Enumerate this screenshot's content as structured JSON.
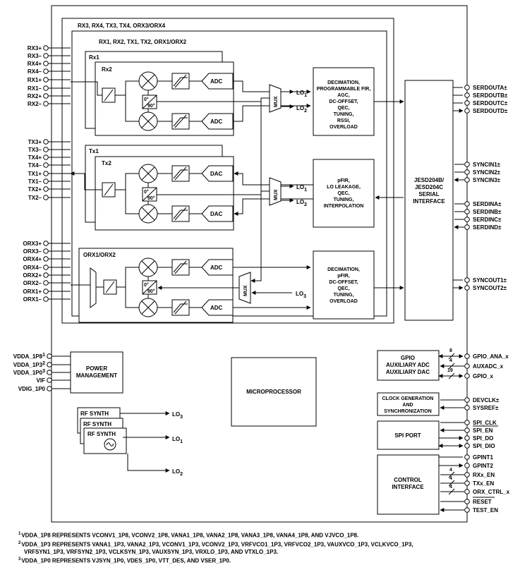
{
  "groups": {
    "outer": "RX3, RX4, TX3, TX4, ORX3/ORX4",
    "inner": "RX1, RX2, TX1, TX2, ORX1/ORX2",
    "rx1": "Rx1",
    "rx2": "Rx2",
    "tx1": "Tx1",
    "tx2": "Tx2",
    "orx": "ORX1/ORX2"
  },
  "blocks": {
    "adc": "ADC",
    "dac": "DAC",
    "mux": "MUX",
    "phase_0": "0°",
    "phase_90": "90°",
    "rx_dsp": [
      "DECIMATION,",
      "PROGRAMMABLE FIR,",
      "AGC,",
      "DC-OFFSET,",
      "QEC,",
      "TUNING,",
      "RSSI,",
      "OVERLOAD"
    ],
    "tx_dsp": [
      "pFIR,",
      "LO LEAKAGE,",
      "QEC,",
      "TUNING,",
      "INTERPOLATION"
    ],
    "orx_dsp": [
      "DECIMATION,",
      "pFIR,",
      "DC-OFFSET,",
      "QEC,",
      "TUNING,",
      "OVERLOAD"
    ],
    "jesd": [
      "JESD204B/",
      "JESD204C",
      "SERIAL",
      "INTERFACE"
    ],
    "power": [
      "POWER",
      "MANAGEMENT"
    ],
    "micro": "MICROPROCESSOR",
    "gpio": [
      "GPIO",
      "AUXILIARY ADC",
      "AUXILIARY DAC"
    ],
    "clock": [
      "CLOCK GENERATION",
      "AND",
      "SYNCHRONIZATION"
    ],
    "spi": "SPI PORT",
    "control": [
      "CONTROL",
      "INTERFACE"
    ],
    "rf_synth": "RF SYNTH"
  },
  "lo": {
    "main": "LO",
    "sub1": "1",
    "sub2": "2",
    "sub3": "3"
  },
  "pins_left": {
    "rx": [
      "RX3+",
      "RX3–",
      "RX4+",
      "RX4–",
      "RX1+",
      "RX1–",
      "RX2+",
      "RX2–"
    ],
    "tx": [
      "TX3+",
      "TX3–",
      "TX4+",
      "TX4–",
      "TX1+",
      "TX1–",
      "TX2+",
      "TX2–"
    ],
    "orx": [
      "ORX3+",
      "ORX3–",
      "ORX4+",
      "ORX4–",
      "ORX2+",
      "ORX2–",
      "ORX1+",
      "ORX1–"
    ],
    "power": [
      {
        "name": "VDDA_1P8",
        "sup": "1"
      },
      {
        "name": "VDDA_1P3",
        "sup": "2"
      },
      {
        "name": "VDDA_1P0",
        "sup": "3"
      },
      {
        "name": "VIF",
        "sup": ""
      },
      {
        "name": "VDIG_1P0",
        "sup": ""
      }
    ]
  },
  "pins_right": {
    "serdout": [
      "SERDOUTA±",
      "SERDOUTB±",
      "SERDOUTC±",
      "SERDOUTD±"
    ],
    "syncin": [
      "SYNCIN1±",
      "SYNCIN2±",
      "SYNCIN3±"
    ],
    "serdin": [
      "SERDINA±",
      "SERDINB±",
      "SERDINC±",
      "SERDIND±"
    ],
    "syncout": [
      "SYNCOUT1±",
      "SYNCOUT2±"
    ],
    "gpio": [
      "GPIO_ANA_x",
      "AUXADC_x",
      "GPIO_x"
    ],
    "clock": [
      "DEVCLK±",
      "SYSREF±"
    ],
    "spi": [
      "SPI_CLK",
      "SPI_EN",
      "SPI_DO",
      "SPI_DIO"
    ],
    "control": [
      "GPINT1",
      "GPINT2",
      "RXx_EN",
      "TXx_EN",
      "ORX_CTRL_x",
      "RESET",
      "TEST_EN"
    ]
  },
  "bus_widths": {
    "gpio_ana": "8",
    "auxadc": "4",
    "gpio": "19",
    "rxx_en": "4",
    "txx_en": "4",
    "orx_ctrl": "4"
  },
  "footnotes": [
    {
      "num": "1",
      "lines": [
        "VDDA_1P8 REPRESENTS VCONV1_1P8, VCONV2_1P8, VANA1_1P8, VANA2_1P8, VANA3_1P8, VANA4_1P8, AND VJVCO_1P8."
      ]
    },
    {
      "num": "2",
      "lines": [
        "VDDA_1P3 REPRESENTS VANA1_1P3, VANA2_1P3, VCONV1_1P3, VCONV2_1P3, VRFVCO1_1P3, VRFVCO2_1P3, VAUXVCO_1P3, VCLKVCO_1P3,",
        "VRFSYN1_1P3, VRFSYN2_1P3, VCLKSYN_1P3, VAUXSYN_1P3, VRXLO_1P3, AND VTXLO_1P3."
      ]
    },
    {
      "num": "3",
      "lines": [
        "VDDA_1P0 REPRESENTS VJSYN_1P0, VDES_1P0, VTT_DES, AND VSER_1P0."
      ]
    }
  ]
}
